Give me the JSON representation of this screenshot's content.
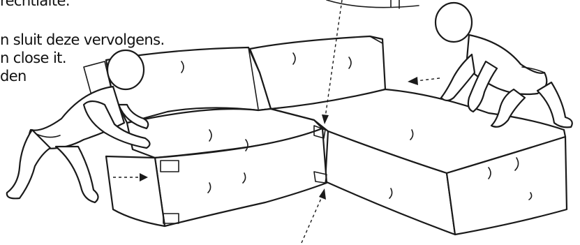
{
  "instructions": {
    "line_0": "rechtlaite.",
    "line_1": "n sluit deze vervolgens.",
    "line_2": "n close it.",
    "line_3": "den"
  },
  "colors": {
    "ink": "#1a1a1a",
    "background": "#ffffff"
  }
}
